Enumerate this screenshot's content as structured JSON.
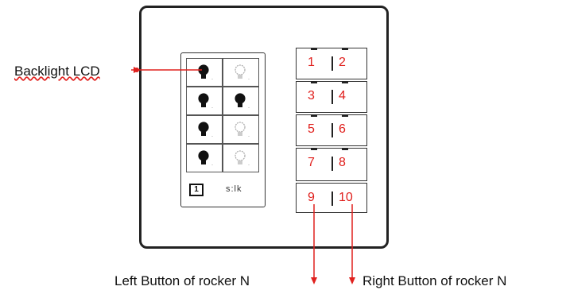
{
  "labels": {
    "backlight_lcd": "Backlight LCD",
    "left_button": "Left Button of rocker N",
    "right_button": "Right Button of rocker N"
  },
  "lcd": {
    "cells": [
      {
        "state": "on"
      },
      {
        "state": "off"
      },
      {
        "state": "on"
      },
      {
        "state": "on"
      },
      {
        "state": "on"
      },
      {
        "state": "off"
      },
      {
        "state": "on"
      },
      {
        "state": "off"
      }
    ],
    "status_icon_text": "1",
    "status_text": "s:lk"
  },
  "keypad": {
    "rockers": [
      {
        "left": "1",
        "right": "2"
      },
      {
        "left": "3",
        "right": "4"
      },
      {
        "left": "5",
        "right": "6"
      },
      {
        "left": "7",
        "right": "8"
      },
      {
        "left": "9",
        "right": "10"
      }
    ]
  },
  "colors": {
    "annotation": "#e0201d",
    "outline": "#222222"
  }
}
